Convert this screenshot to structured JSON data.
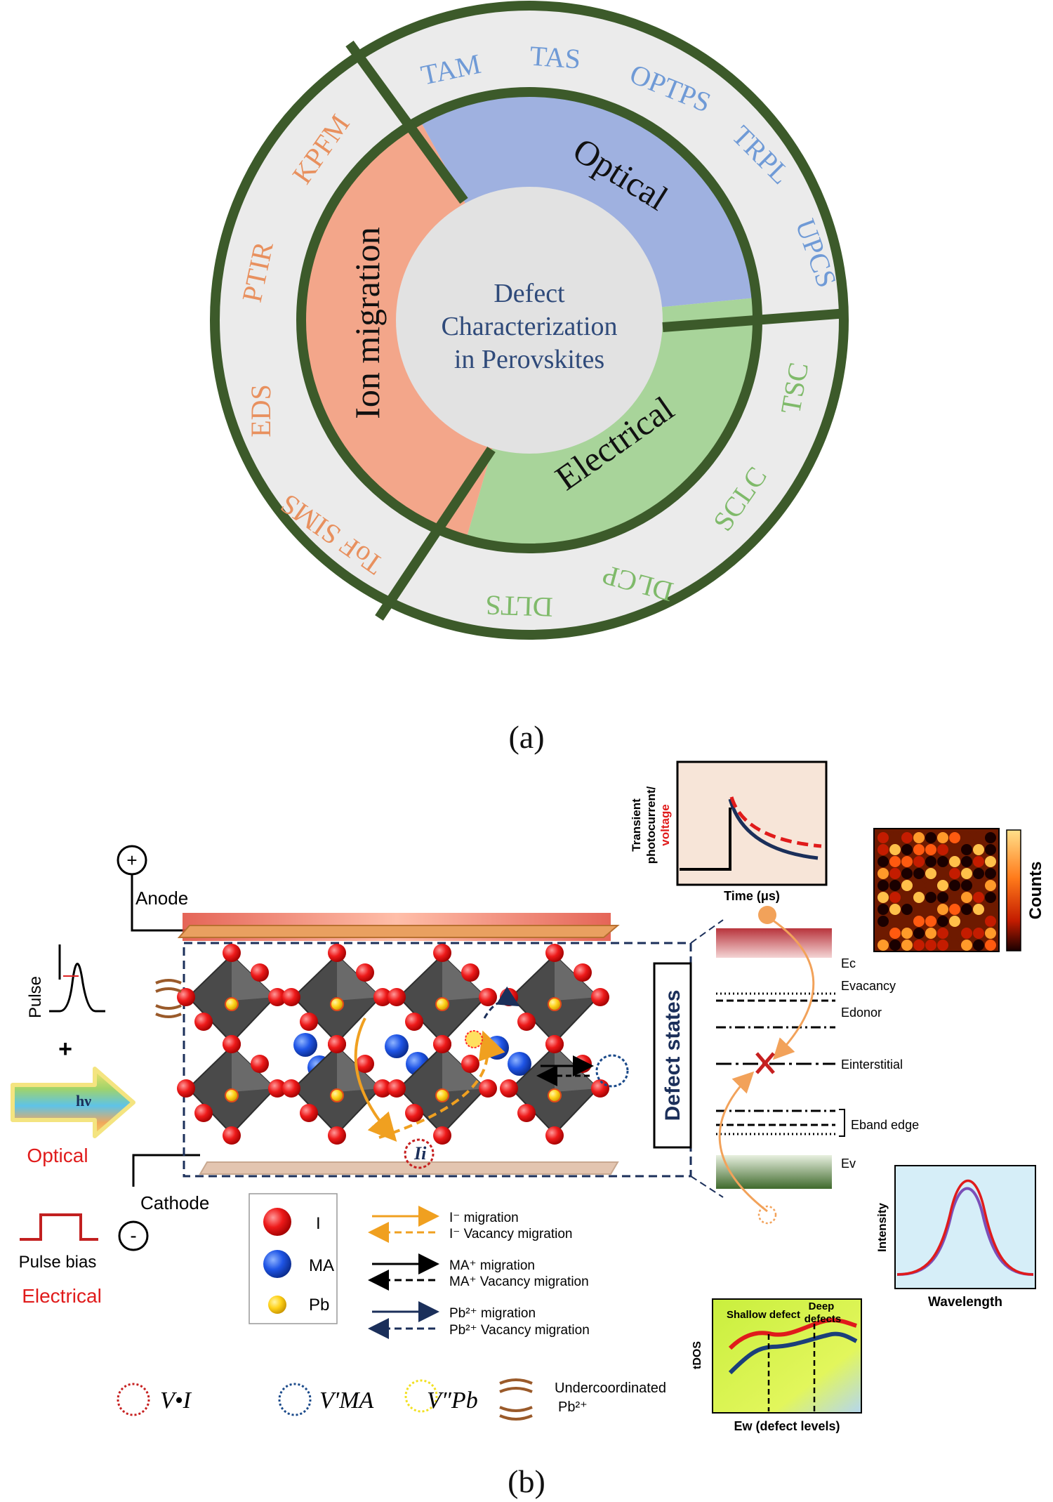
{
  "panel_a": {
    "center_lines": [
      "Defect",
      "Characterization",
      "in Perovskites"
    ],
    "categories": {
      "optical": "Optical",
      "electrical": "Electrical",
      "ion": "Ion migration"
    },
    "outer_optical": [
      "TAM",
      "TAS",
      "OPTPS",
      "TRPL",
      "UPCS"
    ],
    "outer_electrical": [
      "TSC",
      "SCLC",
      "DLCP",
      "DLTS"
    ],
    "outer_ion": [
      "ToF SIMS",
      "EDS",
      "PTIR",
      "KPFM"
    ],
    "caption": "(a)",
    "colors": {
      "optical": "#9fb1e0",
      "electrical": "#a8d49a",
      "ion": "#f3a68a",
      "ring": "#3c5a2a",
      "outer_bg": "#efefef",
      "center": "#e2e2e2"
    }
  },
  "panel_b": {
    "caption": "(b)",
    "anode": "Anode",
    "cathode": "Cathode",
    "plus": "+",
    "minus": "-",
    "pulse": "Pulse",
    "plus_sign": "+",
    "hv": "hν",
    "optical": "Optical",
    "pulse_bias": "Pulse bias",
    "electrical": "Electrical",
    "defect_states": "Defect states",
    "energy_levels": {
      "ec": "Ec",
      "evacancy": "Evacancy",
      "edonor": "Edonor",
      "einterstitial": "Einterstitial",
      "eband": "Eband edge",
      "ev": "Ev"
    },
    "transient": {
      "ylabel_1": "Transient",
      "ylabel_2": "photocurrent/",
      "ylabel_3": "voltage",
      "xlabel": "Time (μs)"
    },
    "counts": "Counts",
    "intensity_plot": {
      "ylabel": "Intensity",
      "xlabel": "Wavelength"
    },
    "tdos_plot": {
      "ylabel": "tDOS",
      "xlabel": "Ew (defect levels)",
      "shallow": "Shallow defect",
      "deep_1": "Deep",
      "deep_2": "defects"
    },
    "legend_atoms": [
      "I",
      "MA",
      "Pb"
    ],
    "legend_migration": [
      "I⁻ migration",
      "I⁻ Vacancy migration",
      "MA⁺ migration",
      "MA⁺ Vacancy migration",
      "Pb²⁺ migration",
      "Pb²⁺ Vacancy migration"
    ],
    "vacancy_labels": [
      "V•I",
      "V′MA",
      "V″Pb"
    ],
    "undercoord_1": "Undercoordinated",
    "undercoord_2": "Pb²⁺",
    "ii_label": "Ii"
  }
}
